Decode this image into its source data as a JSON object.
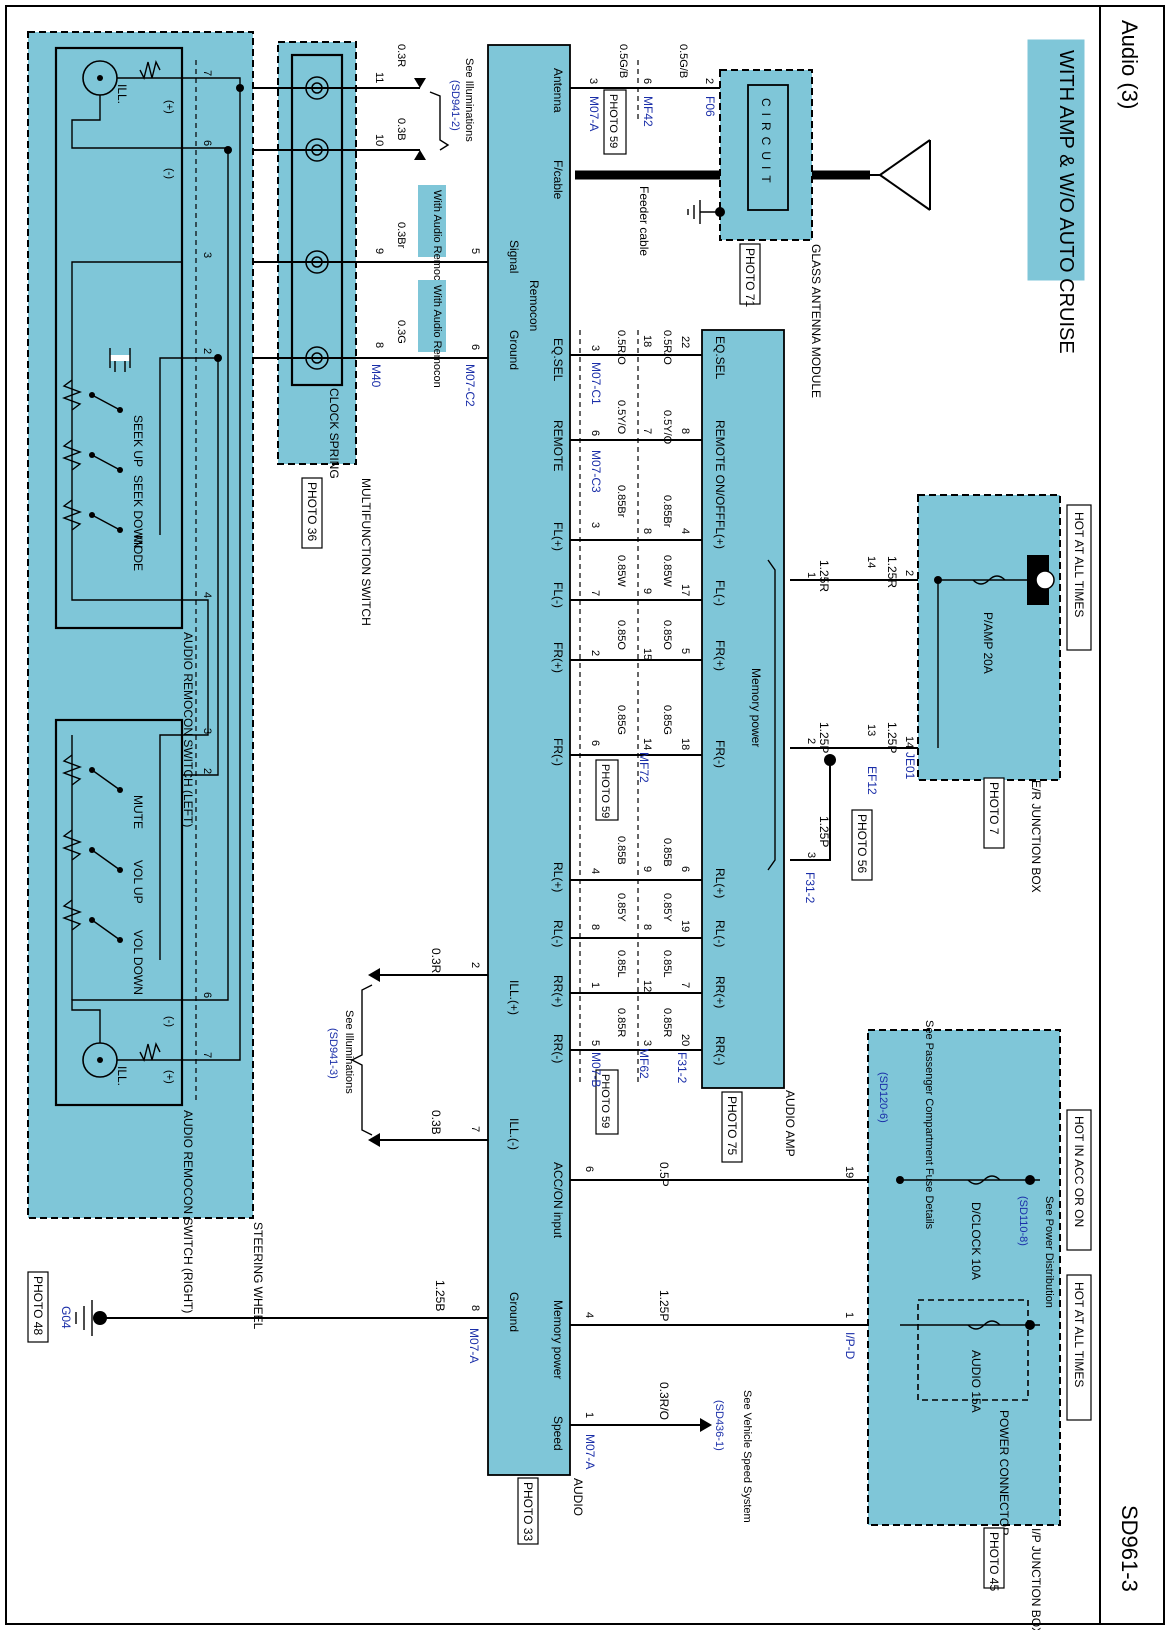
{
  "header": {
    "section_title": "Audio (3)",
    "page_code": "SD961-3",
    "variant_label": "WITH AMP & W/O AUTO CRUISE"
  },
  "ground": {
    "code": "G04",
    "photo": "PHOTO 48",
    "wire": "1.25B"
  },
  "power_boxes": {
    "hot_all_times": "HOT AT ALL TIMES",
    "hot_acc_on": "HOT IN ACC OR ON",
    "er_junction_box": "E/R JUNCTION BOX",
    "er_photo": "PHOTO 7",
    "ip_junction_box": "I/P JUNCTION BOX",
    "ip_photo": "PHOTO 45",
    "power_connector": "POWER CONNECTOR",
    "fuse_pamp": "P/AMP 20A",
    "fuse_dclock": "D/CLOCK 10A",
    "fuse_audio": "AUDIO 15A",
    "see_power_distribution": "See Power Distribution",
    "see_power_ref": "(SD110-8)",
    "see_passenger": "See Passenger Compartment Fuse Details",
    "see_passenger_ref": "(SD120-6)"
  },
  "connectors": {
    "je01": "JE01",
    "ef12": "EF12",
    "ef12_photo": "PHOTO 56",
    "f31_2": "F31-2",
    "ip_d": "I/P-D",
    "m07_a": "M07-A",
    "m07_b": "M07-B",
    "m07_c1": "M07-C1",
    "m07_c2": "M07-C2",
    "m07_c3": "M07-C3",
    "mf42": "MF42",
    "mf62": "MF62",
    "mf72": "MF72",
    "m40": "M40",
    "f06": "F06",
    "photo_59": "PHOTO 59"
  },
  "audio_amp": {
    "label": "AUDIO AMP",
    "photo": "PHOTO 75",
    "memory_power": "Memory power",
    "pins": [
      "EQ.SEL",
      "REMOTE ON/OFF",
      "FL(+)",
      "FL(-)",
      "FR(+)",
      "FR(-)",
      "RL(+)",
      "RL(-)",
      "RR(+)",
      "RR(-)"
    ]
  },
  "audio_unit": {
    "label": "AUDIO",
    "photo": "PHOTO 33",
    "pins": [
      "Antenna",
      "F/cable",
      "Signal",
      "Ground",
      "Remocon",
      "EQ.SEL",
      "REMOTE",
      "FL(+)",
      "FL(-)",
      "FR(+)",
      "FR(-)",
      "RL(+)",
      "RL(-)",
      "RR(+)",
      "RR(-)",
      "ILL.(+)",
      "ILL.(-)",
      "ACC/ON input",
      "Memory power",
      "Ground",
      "Speed"
    ]
  },
  "wires": {
    "amp_to_audio_top": [
      "0.5R/O",
      "0.5Y/O",
      "0.85Br",
      "0.85W",
      "0.85O",
      "0.85G",
      "0.85B",
      "0.85Y",
      "0.85L",
      "0.85R"
    ],
    "amp_to_audio_bottom": [
      "0.5R/O",
      "0.5Y/O",
      "0.85Br",
      "0.85W",
      "0.85O",
      "0.85G",
      "0.85B",
      "0.85Y",
      "0.85L",
      "0.85R"
    ],
    "amp_pins": [
      "22",
      "8",
      "4",
      "17",
      "5",
      "18",
      "6",
      "19",
      "7",
      "20"
    ],
    "mid_pins": [
      "18",
      "7",
      "8",
      "9",
      "15",
      "14",
      "9",
      "8",
      "12",
      "3"
    ],
    "audio_pins": [
      "3",
      "6",
      "3",
      "7",
      "2",
      "6",
      "4",
      "8",
      "1",
      "5"
    ],
    "power_amp": [
      "1.25R",
      "1.25R",
      "1.25P",
      "1.25P",
      "1.25P"
    ],
    "power_pins": [
      "2",
      "14",
      "1",
      "14",
      "13",
      "2",
      "3"
    ],
    "acc_wire": "0.5P",
    "acc_pin_jb": "19",
    "acc_pin_audio": "6",
    "mem_wire": "1.25P",
    "mem_pin_jb": "1",
    "mem_pin_audio": "4",
    "speed_wire": "0.3R/O",
    "speed_pin": "1",
    "ill_plus_wire": "0.3R",
    "ill_plus_pin": "2",
    "ill_minus_wire": "0.3B",
    "ill_minus_pin": "7",
    "gnd_pin": "8",
    "antenna_wires": [
      "0.5G/B",
      "0.5G/B"
    ],
    "antenna_pins": [
      "2",
      "6",
      "3"
    ],
    "clock_wires": [
      "0.3R",
      "0.3B",
      "0.3Br",
      "0.3G"
    ],
    "clock_pins": [
      "11",
      "10",
      "9",
      "8"
    ],
    "clock_audio_pins": [
      "5",
      "6"
    ],
    "switch_pins": [
      "7",
      "6",
      "3",
      "2",
      "4",
      "3",
      "2",
      "6",
      "7"
    ]
  },
  "refs": {
    "see_illum_1": "See Illuminations",
    "see_illum_1_ref": "(SD941-2)",
    "see_illum_2": "See Illuminations",
    "see_illum_2_ref": "(SD941-3)",
    "see_speed": "See Vehicle Speed System",
    "see_speed_ref": "(SD436-1)",
    "with_audio_remocon": "With Audio Remocon"
  },
  "antenna": {
    "module_label": "GLASS ANTENNA MODULE",
    "photo": "PHOTO 71",
    "circuit": "CIRCUIT",
    "feeder": "Feeder cable"
  },
  "steering": {
    "wheel": "STEERING WHEEL",
    "clock_spring": "CLOCK SPRING",
    "multifunction": "MULTIFUNCTION SWITCH",
    "multi_photo": "PHOTO 36",
    "switch_left": "AUDIO REMOCON SWITCH (LEFT)",
    "switch_right": "AUDIO REMOCON SWITCH (RIGHT)",
    "ill": "ILL.",
    "plus": "(+)",
    "minus": "(-)",
    "buttons_left": [
      "SEEK UP",
      "SEEK DOWN",
      "MODE"
    ],
    "buttons_right": [
      "MUTE",
      "VOL UP",
      "VOL DOWN"
    ]
  }
}
